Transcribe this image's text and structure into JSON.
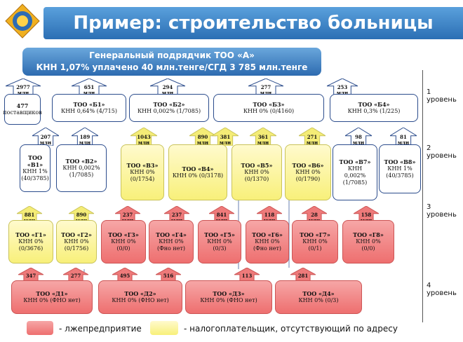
{
  "title": "Пример: строительство больницы",
  "general": {
    "line1": "Генеральный подрядчик ТОО «А»",
    "line2": "КНН 1,07% уплачено 40 млн.тенге/СГД 3 785 млн.тенге"
  },
  "levels": [
    "1 уровень",
    "2 уровень",
    "3 уровень",
    "4 уровень"
  ],
  "unit": "млн",
  "level1": [
    {
      "amount": "2977",
      "name": "477",
      "sub": "поставщиков",
      "kind": "w"
    },
    {
      "amount": "651",
      "name": "ТОО «Б1»",
      "sub": "КНН 0,64% (4/715)",
      "kind": "w"
    },
    {
      "amount": "294",
      "name": "ТОО «Б2»",
      "sub": "КНН 0,002% (1/7085)",
      "kind": "w"
    },
    {
      "amount": "277",
      "name": "ТОО «Б3»",
      "sub": "КНН 0% (0/4160)",
      "kind": "w"
    },
    {
      "amount": "253",
      "name": "ТОО «Б4»",
      "sub": "КНН 0,3% (1/225)",
      "kind": "w"
    }
  ],
  "level2": [
    {
      "amount": "207",
      "name": "ТОО «В1»",
      "sub": "КНН 1%",
      "sub2": "(40/3785)",
      "kind": "w"
    },
    {
      "amount": "189",
      "name": "ТОО «В2»",
      "sub": "КНН 0,002%",
      "sub2": "(1/7085)",
      "kind": "w"
    },
    {
      "amount": "1043",
      "name": "ТОО «В3»",
      "sub": "КНН 0%",
      "sub2": "(0/1754)",
      "kind": "y"
    },
    {
      "amount": "890",
      "amount2": "381",
      "name": "ТОО «В4»",
      "sub": "КНН 0% (0/3178)",
      "sub2": "",
      "kind": "y"
    },
    {
      "amount": "361",
      "name": "ТОО «В5»",
      "sub": "КНН 0%",
      "sub2": "(0/1370)",
      "kind": "y"
    },
    {
      "amount": "271",
      "name": "ТОО «В6»",
      "sub": "КНН 0%",
      "sub2": "(0/1790)",
      "kind": "y"
    },
    {
      "amount": "98",
      "name": "ТОО «В7»",
      "sub": "КНН",
      "sub2": "0,002%",
      "sub3": "(1/7085)",
      "kind": "w"
    },
    {
      "amount": "81",
      "name": "ТОО «В8»",
      "sub": "КНН 1%",
      "sub2": "(40/3785)",
      "kind": "w"
    }
  ],
  "level3": [
    {
      "amount": "881",
      "name": "ТОО «Г1»",
      "sub": "КНН 0%",
      "sub2": "(0/3676)",
      "kind": "y"
    },
    {
      "amount": "890",
      "name": "ТОО «Г2»",
      "sub": "КНН 0%",
      "sub2": "(0/1756)",
      "kind": "y"
    },
    {
      "amount": "237",
      "name": "ТОО «Г3»",
      "sub": "КНН 0%",
      "sub2": "(0/0)",
      "kind": "r"
    },
    {
      "amount": "237",
      "name": "ТОО «Г4»",
      "sub": "КНН 0%",
      "sub2": "(Фно нет)",
      "kind": "r"
    },
    {
      "amount": "841",
      "name": "ТОО «Г5»",
      "sub": "КНН 0%",
      "sub2": "(0/3)",
      "kind": "r"
    },
    {
      "amount": "118",
      "name": "ТОО «Г6»",
      "sub": "КНН 0%",
      "sub2": "(Фно нет)",
      "kind": "r"
    },
    {
      "amount": "28",
      "name": "ТОО «Г7»",
      "sub": "КНН 0%",
      "sub2": "(0/1)",
      "kind": "r"
    },
    {
      "amount": "158",
      "name": "ТОО «Г8»",
      "sub": "КНН 0%",
      "sub2": "(0/0)",
      "kind": "r"
    }
  ],
  "level4": [
    {
      "amount": "347",
      "amount2": "277",
      "name": "ТОО «Д1»",
      "sub": "КНН 0% (ФНО нет)",
      "kind": "r"
    },
    {
      "amount": "495",
      "amount2": "516",
      "name": "ТОО «Д2»",
      "sub": "КНН 0% (ФНО нет)",
      "kind": "r"
    },
    {
      "amount": "113",
      "name": "ТОО «Д3»",
      "sub": "КНН 0% (ФНО нет)",
      "kind": "r"
    },
    {
      "amount": "281",
      "name": "ТОО «Д4»",
      "sub": "КНН 0% (0/3)",
      "kind": "r"
    }
  ],
  "legend": [
    {
      "text": "- лжепредприятие",
      "color": "#ee7c7c"
    },
    {
      "text": "- налогоплательщик, отсутствующий по адресу",
      "color": "#f8f07a"
    }
  ]
}
